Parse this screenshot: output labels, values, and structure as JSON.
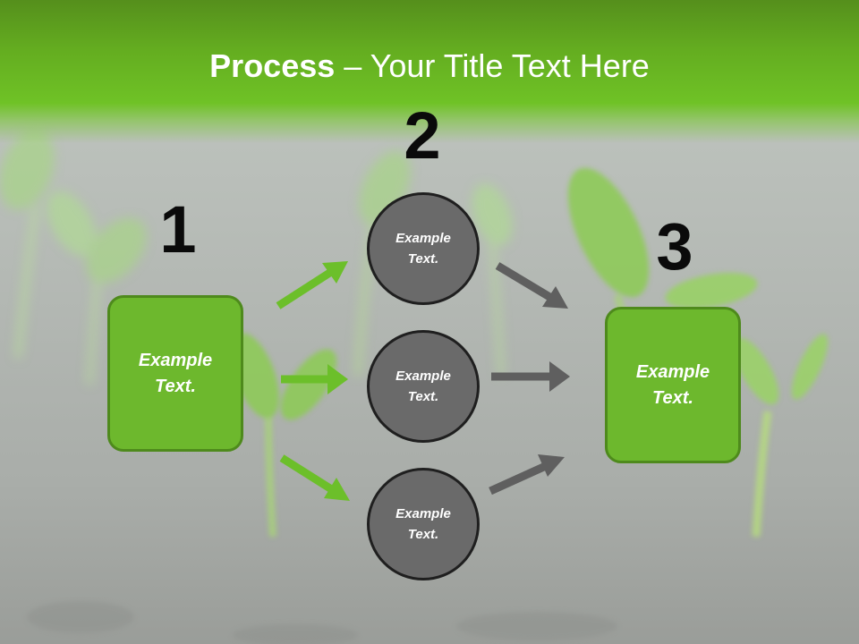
{
  "title": {
    "bold": "Process",
    "rest": " – Your Title Text Here"
  },
  "steps": [
    {
      "number": "1",
      "text_line1": "Example",
      "text_line2": "Text."
    },
    {
      "number": "2",
      "circles": [
        {
          "text_line1": "Example",
          "text_line2": "Text."
        },
        {
          "text_line1": "Example",
          "text_line2": "Text."
        },
        {
          "text_line1": "Example",
          "text_line2": "Text."
        }
      ]
    },
    {
      "number": "3",
      "text_line1": "Example",
      "text_line2": "Text."
    }
  ],
  "colors": {
    "banner_green": "#6fc226",
    "box_green": "#6db82d",
    "arrow_green": "#6cbf2a",
    "circle_gray": "#6a6a6a",
    "arrow_gray": "#5f5f5f"
  }
}
